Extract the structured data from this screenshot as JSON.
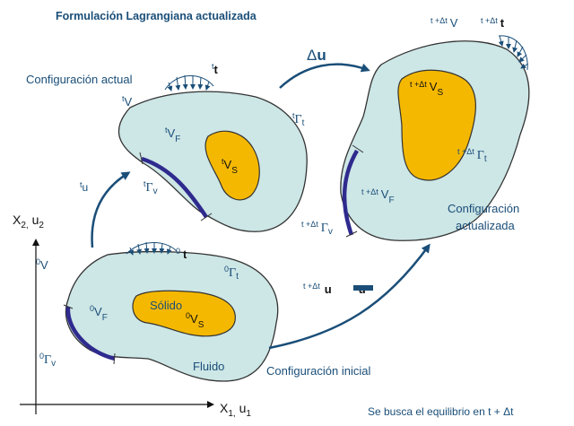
{
  "title": "Formulación Lagrangiana actualizada",
  "colors": {
    "body_fill": "#cde6e6",
    "solid_fill": "#f5b800",
    "outline": "#333333",
    "boundary": "#2e2a8e",
    "arrow": "#1a4e78",
    "label": "#1a4e78"
  },
  "config_initial": {
    "label": "Configuración inicial",
    "V": {
      "pre": "0",
      "base": "V"
    },
    "VF": {
      "pre": "0",
      "base": "V",
      "sub": "F"
    },
    "VS": {
      "pre": "0",
      "base": "V",
      "sub": "S"
    },
    "Gamma_v": {
      "pre": "0",
      "base": "Γ",
      "sub": "v"
    },
    "Gamma_t": {
      "pre": "0",
      "base": "Γ",
      "sub": "t"
    },
    "traction": {
      "pre": "0",
      "base": "t"
    },
    "solid_label": "Sólido",
    "fluid_label": "Fluido"
  },
  "config_current": {
    "label": "Configuración actual",
    "V": {
      "pre": "t",
      "base": "V"
    },
    "VF": {
      "pre": "t",
      "base": "V",
      "sub": "F"
    },
    "VS": {
      "pre": "t",
      "base": "V",
      "sub": "S"
    },
    "Gamma_v": {
      "pre": "t",
      "base": "Γ",
      "sub": "v"
    },
    "Gamma_t": {
      "pre": "t",
      "base": "Γ",
      "sub": "t"
    },
    "traction": {
      "pre": "t",
      "base": "t"
    },
    "disp": {
      "pre": "t",
      "base": "u"
    }
  },
  "config_updated": {
    "label_line1": "Configuración",
    "label_line2": "actualizada",
    "V": {
      "pre": "t +Δt",
      "base": "V"
    },
    "VF": {
      "pre": "t +Δt",
      "base": "V",
      "sub": "F"
    },
    "VS": {
      "pre": "t +Δt",
      "base": "V",
      "sub": "S"
    },
    "Gamma_v": {
      "pre": "t +Δt",
      "base": "Γ",
      "sub": "v"
    },
    "Gamma_t": {
      "pre": "t +Δt",
      "base": "Γ",
      "sub": "t"
    },
    "traction": {
      "pre": "t +Δt",
      "base": "t"
    }
  },
  "delta_u": {
    "symbol": "Δ",
    "base": "u"
  },
  "boundary_condition": {
    "pre": "t +Δt",
    "lhs": "u",
    "rhs": "u"
  },
  "axes": {
    "y_label": "X",
    "y_sub_a": "2,",
    "y_mid": " u",
    "y_sub_b": "2",
    "x_label": "X",
    "x_sub_a": "1,",
    "x_mid": " u",
    "x_sub_b": "1"
  },
  "footer": "Se busca el equilibrio en t + Δt"
}
